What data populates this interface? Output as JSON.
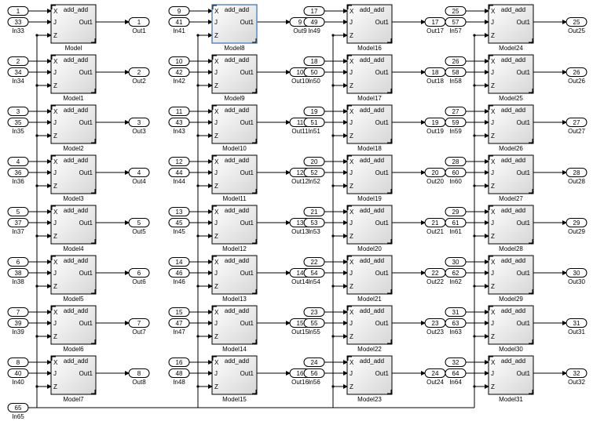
{
  "model_label": "add_add",
  "port_in_labels": [
    "X",
    "J",
    "Z"
  ],
  "port_out_label": "Out1",
  "colors": {
    "line": "#000000",
    "block_border": "#000000",
    "block_fill_top": "#ffffff",
    "block_fill_bottom": "#d6d6d6",
    "selected_border": "#5a8ac6"
  },
  "selected_block": "Model8",
  "blocks": [
    {
      "name": "Model",
      "in_x": "1",
      "in_j": "33",
      "in_j_label": "In33",
      "out": "1",
      "out_label": "Out1"
    },
    {
      "name": "Model1",
      "in_x": "2",
      "in_j": "34",
      "in_j_label": "In34",
      "out": "2",
      "out_label": "Out2"
    },
    {
      "name": "Model2",
      "in_x": "3",
      "in_j": "35",
      "in_j_label": "In35",
      "out": "3",
      "out_label": "Out3"
    },
    {
      "name": "Model3",
      "in_x": "4",
      "in_j": "36",
      "in_j_label": "In36",
      "out": "4",
      "out_label": "Out4"
    },
    {
      "name": "Model4",
      "in_x": "5",
      "in_j": "37",
      "in_j_label": "In37",
      "out": "5",
      "out_label": "Out5"
    },
    {
      "name": "Model5",
      "in_x": "6",
      "in_j": "38",
      "in_j_label": "In38",
      "out": "6",
      "out_label": "Out6"
    },
    {
      "name": "Model6",
      "in_x": "7",
      "in_j": "39",
      "in_j_label": "In39",
      "out": "7",
      "out_label": "Out7"
    },
    {
      "name": "Model7",
      "in_x": "8",
      "in_j": "40",
      "in_j_label": "In40",
      "out": "8",
      "out_label": "Out8"
    },
    {
      "name": "Model8",
      "in_x": "9",
      "in_j": "41",
      "in_j_label": "In41",
      "out": "9",
      "out_label": "Out9"
    },
    {
      "name": "Model9",
      "in_x": "10",
      "in_j": "42",
      "in_j_label": "In42",
      "out": "10",
      "out_label": "Out10"
    },
    {
      "name": "Model10",
      "in_x": "11",
      "in_j": "43",
      "in_j_label": "In43",
      "out": "11",
      "out_label": "Out11"
    },
    {
      "name": "Model11",
      "in_x": "12",
      "in_j": "44",
      "in_j_label": "In44",
      "out": "12",
      "out_label": "Out12"
    },
    {
      "name": "Model12",
      "in_x": "13",
      "in_j": "45",
      "in_j_label": "In45",
      "out": "13",
      "out_label": "Out13"
    },
    {
      "name": "Model13",
      "in_x": "14",
      "in_j": "46",
      "in_j_label": "In46",
      "out": "14",
      "out_label": "Out14"
    },
    {
      "name": "Model14",
      "in_x": "15",
      "in_j": "47",
      "in_j_label": "In47",
      "out": "15",
      "out_label": "Out15"
    },
    {
      "name": "Model15",
      "in_x": "16",
      "in_j": "48",
      "in_j_label": "In48",
      "out": "16",
      "out_label": "Out16"
    },
    {
      "name": "Model16",
      "in_x": "17",
      "in_j": "49",
      "in_j_label": "In49",
      "out": "17",
      "out_label": "Out17"
    },
    {
      "name": "Model17",
      "in_x": "18",
      "in_j": "50",
      "in_j_label": "In50",
      "out": "18",
      "out_label": "Out18"
    },
    {
      "name": "Model18",
      "in_x": "19",
      "in_j": "51",
      "in_j_label": "In51",
      "out": "19",
      "out_label": "Out19"
    },
    {
      "name": "Model19",
      "in_x": "20",
      "in_j": "52",
      "in_j_label": "In52",
      "out": "20",
      "out_label": "Out20"
    },
    {
      "name": "Model20",
      "in_x": "21",
      "in_j": "53",
      "in_j_label": "In53",
      "out": "21",
      "out_label": "Out21"
    },
    {
      "name": "Model21",
      "in_x": "22",
      "in_j": "54",
      "in_j_label": "In54",
      "out": "22",
      "out_label": "Out22"
    },
    {
      "name": "Model22",
      "in_x": "23",
      "in_j": "55",
      "in_j_label": "In55",
      "out": "23",
      "out_label": "Out23"
    },
    {
      "name": "Model23",
      "in_x": "24",
      "in_j": "56",
      "in_j_label": "In56",
      "out": "24",
      "out_label": "Out24"
    },
    {
      "name": "Model24",
      "in_x": "25",
      "in_j": "57",
      "in_j_label": "In57",
      "out": "25",
      "out_label": "Out25"
    },
    {
      "name": "Model25",
      "in_x": "26",
      "in_j": "58",
      "in_j_label": "In58",
      "out": "26",
      "out_label": "Out26"
    },
    {
      "name": "Model26",
      "in_x": "27",
      "in_j": "59",
      "in_j_label": "In59",
      "out": "27",
      "out_label": "Out27"
    },
    {
      "name": "Model27",
      "in_x": "28",
      "in_j": "60",
      "in_j_label": "In60",
      "out": "28",
      "out_label": "Out28"
    },
    {
      "name": "Model28",
      "in_x": "29",
      "in_j": "61",
      "in_j_label": "In61",
      "out": "29",
      "out_label": "Out29"
    },
    {
      "name": "Model29",
      "in_x": "30",
      "in_j": "62",
      "in_j_label": "In62",
      "out": "30",
      "out_label": "Out30"
    },
    {
      "name": "Model30",
      "in_x": "31",
      "in_j": "63",
      "in_j_label": "In63",
      "out": "31",
      "out_label": "Out31"
    },
    {
      "name": "Model31",
      "in_x": "32",
      "in_j": "64",
      "in_j_label": "In64",
      "out": "32",
      "out_label": "Out32"
    }
  ],
  "shared_input": {
    "value": "65",
    "label": "In65"
  }
}
